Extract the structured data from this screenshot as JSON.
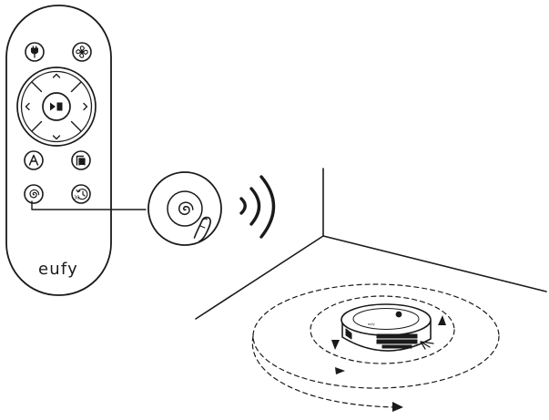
{
  "remote": {
    "brand": "eufy",
    "buttons": [
      {
        "name": "power-button",
        "icon": "power-icon"
      },
      {
        "name": "suction-button",
        "icon": "fan-icon"
      },
      {
        "name": "up-button",
        "icon": "chevron-up-icon"
      },
      {
        "name": "down-button",
        "icon": "chevron-down-icon"
      },
      {
        "name": "left-button",
        "icon": "chevron-left-icon"
      },
      {
        "name": "right-button",
        "icon": "chevron-right-icon"
      },
      {
        "name": "play-pause-button",
        "icon": "play-pause-icon"
      },
      {
        "name": "auto-clean-button",
        "icon": "auto-a-icon"
      },
      {
        "name": "edge-clean-button",
        "icon": "edge-clean-icon"
      },
      {
        "name": "spot-clean-button",
        "icon": "spiral-icon"
      },
      {
        "name": "return-home-button",
        "icon": "recharge-clock-icon"
      }
    ],
    "highlighted_button": "spot-clean-button"
  },
  "callout": {
    "icon": "spiral-icon",
    "action": "press",
    "hand_icon": "finger-press-icon"
  },
  "signal": {
    "icon": "wireless-signal-icon",
    "waves": 3
  },
  "robot": {
    "icon": "robot-vacuum-icon",
    "motion": "spiral",
    "badge_text": "eufy"
  },
  "colors": {
    "stroke": "#1a1a1a",
    "background": "#ffffff"
  }
}
